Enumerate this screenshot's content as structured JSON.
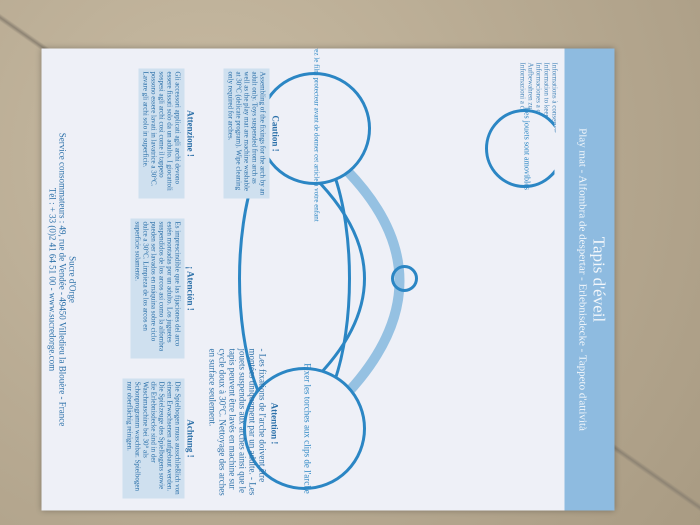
{
  "title": "Tapis d'éveil",
  "subtitle": "Play mat - Alfombra de despertar - Erlebnisdecke - Tappeto d'attività",
  "keep_info": [
    "Informations à conserver",
    "Information to keep",
    "Informaciones a conservar",
    "Aufbewahren zu behalten",
    "Informazioni a conservare"
  ],
  "circles": {
    "top_left": "Fixer les torches aux clips de l'arche",
    "bottom_left": "Retirez le film protecteur avant de donner cet article à votre enfant",
    "right": "Les jouets sont amovibles"
  },
  "attention": {
    "heading": "Attention !",
    "text": "- Les fixations de l'arche doivent être montées uniquement par un adulte. - Les jouets suspendus aux arches ainsi que le tapis peuvent être lavés en machine sur cycle doux à 30°C. Nettoyage des arches en surface seulement."
  },
  "caution": {
    "heading": "Caution !",
    "text": "Assembling of the fixings for the arch by an adult only. Toys suspended from arch as well as the play mat are machine washable at 30°C (delicate program). Wipe cleaning only required for arches."
  },
  "achtung": {
    "heading": "Achtung !",
    "text": "Die Spielbogen muss ausschließlich von einem Erwachsenen aufgebaut werden. Die Spielzeuge des Spielbogens sowie die Erlebnisdecke sind in der Waschmaschine bei 30° als Schonprogramm waschbar. Spielbogen nur oberflächig reinigen."
  },
  "atencion": {
    "heading": "¡ Atención !",
    "text": "Es imprescindible que las fijaciones del arco estén montadas por un adulto. Los juguetes suspendidos de los arcos así como la alfombra pueden ser lavados en máquina sobre ciclo dulce a 30°C. Limpieza de los arcos en superficie solamente."
  },
  "attenzione": {
    "heading": "Attenzione !",
    "text": "Gli accessori applicati agli archi devono essere fissati solo da un adulto. I giocattoli sospesi agli archi così come il tappeto possono essere lavati in lavatrice a 30°C. Lavare gli archi solo in superficie."
  },
  "footer": {
    "brand": "Sucre d'Orge",
    "address": "Service consommateurs : 49, rue de Vendée - 49450 Villedieu la Blouère - France",
    "contact": "Tél : + 33 (0)2 41 64 51 00 - www.sucredorge.com"
  }
}
